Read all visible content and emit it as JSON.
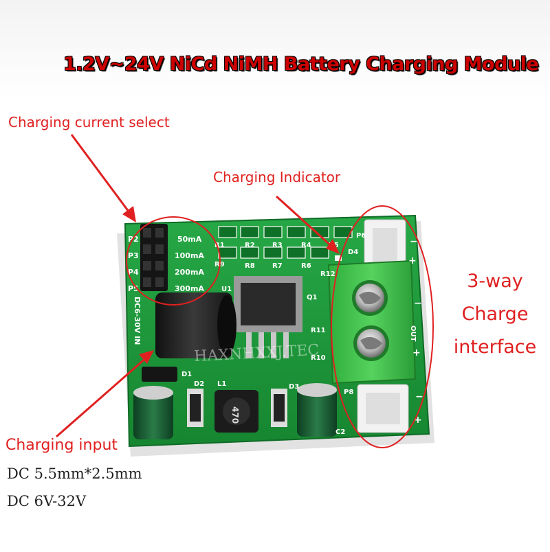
{
  "title": "1.2V~24V NiCd NiMH Battery Charging Module",
  "callouts": {
    "current_select": "Charging current select",
    "indicator": "Charging Indicator",
    "interface": "3-way Charge interface",
    "input": "Charging input",
    "input_dc_size": "DC 5.5mm*2.5mm",
    "input_dc_voltage": "DC 6V-32V"
  },
  "board": {
    "current_options": [
      "50mA",
      "100mA",
      "200mA",
      "300mA"
    ],
    "jumper_labels": [
      "P2",
      "P3",
      "P4",
      "P5"
    ],
    "resistor_labels_row1": [
      "R1",
      "R2",
      "R3",
      "R4",
      "R5"
    ],
    "resistor_labels_row2": [
      "R9",
      "R8",
      "R7",
      "R6"
    ],
    "dc_jack_label": "DC6-30V IN",
    "terminal_label": "OUT",
    "misc_labels": [
      "U1",
      "Q1",
      "R12",
      "R11",
      "R10",
      "D1",
      "D2",
      "D3",
      "D4",
      "L1",
      "C2",
      "P6",
      "P8"
    ],
    "inductor_marking": "470",
    "watermark": "HAXNHXXJ.TEC"
  },
  "colors": {
    "pcb": "#1f9a3a",
    "pcb_dark": "#12702a",
    "terminal": "#3fbf4a",
    "annotation": "#e02020",
    "title": "#cc0000"
  }
}
